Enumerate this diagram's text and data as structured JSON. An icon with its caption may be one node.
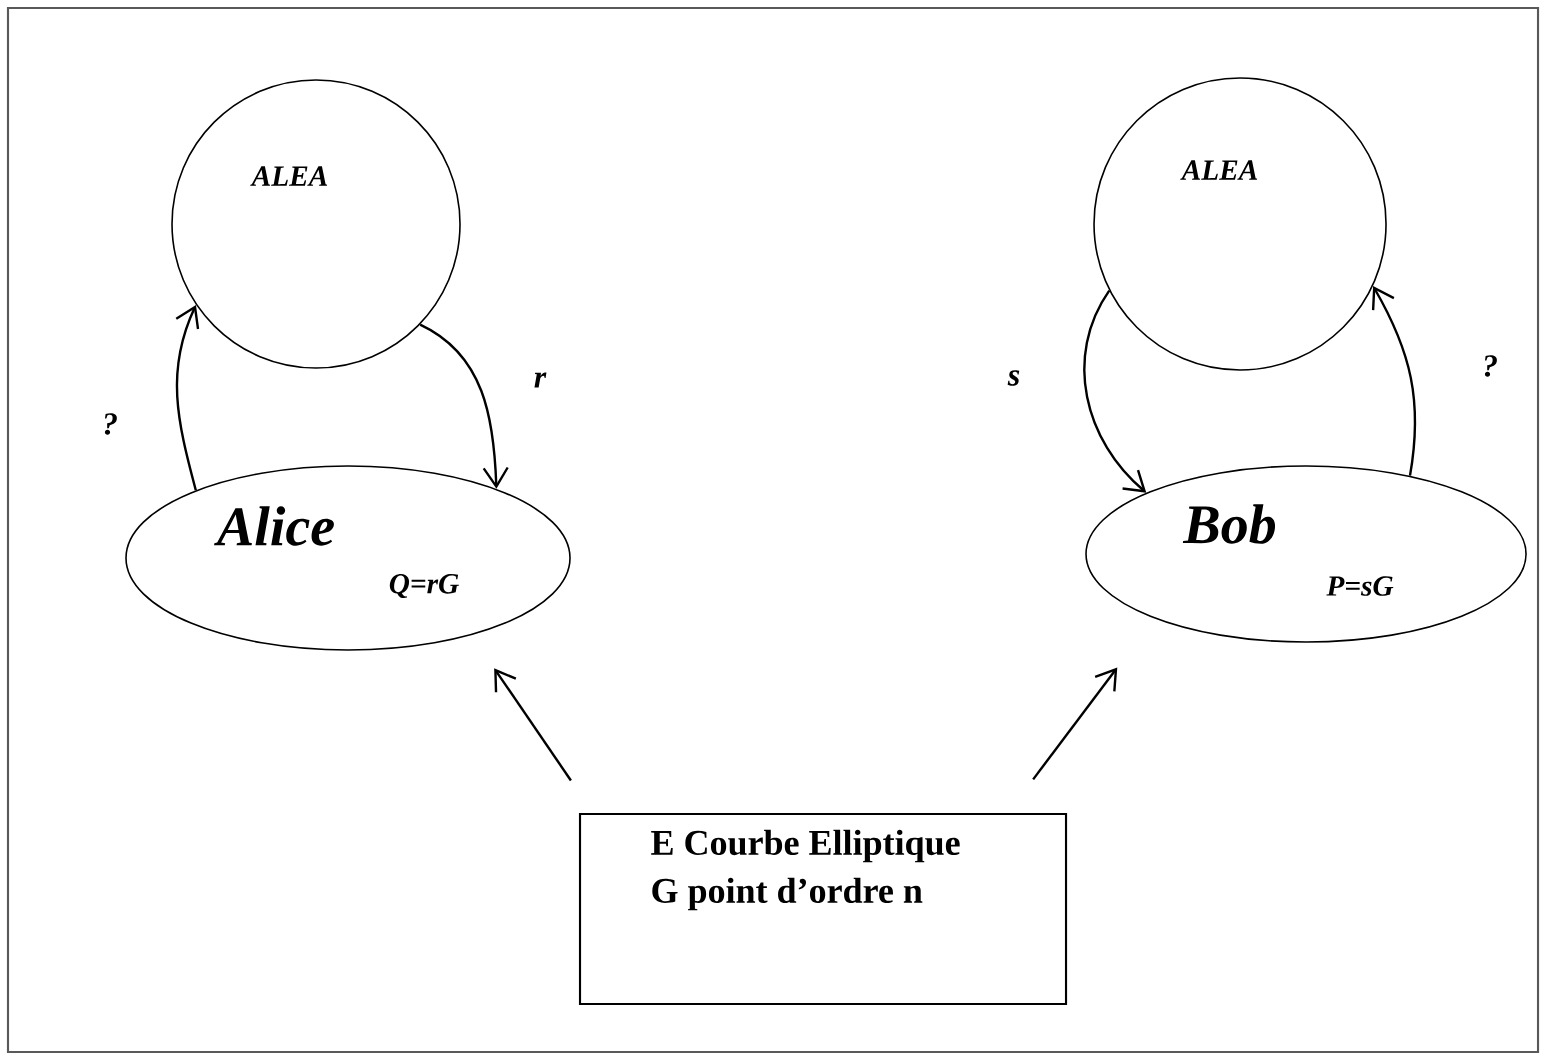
{
  "diagram": {
    "nodes": [
      {
        "text": [
          "ALEA"
        ]
      },
      {
        "text": [
          "Alice",
          "Q=rG"
        ]
      },
      {
        "text": [
          "ALEA"
        ]
      },
      {
        "text": [
          "Bob",
          "P=sG"
        ]
      },
      {
        "text": [
          "E Courbe Elliptique",
          "G point d’ordre n"
        ]
      }
    ],
    "edges": [
      {
        "from": 0,
        "to": 1,
        "arrow": "to",
        "label": "r"
      },
      {
        "from": 1,
        "to": 0,
        "arrow": "to",
        "label": "?"
      },
      {
        "from": 2,
        "to": 3,
        "arrow": "to",
        "label": "s"
      },
      {
        "from": 3,
        "to": 2,
        "arrow": "to",
        "label": "?"
      },
      {
        "from": 4,
        "to": 1,
        "arrow": "to"
      },
      {
        "from": 4,
        "to": 3,
        "arrow": "to"
      }
    ]
  }
}
